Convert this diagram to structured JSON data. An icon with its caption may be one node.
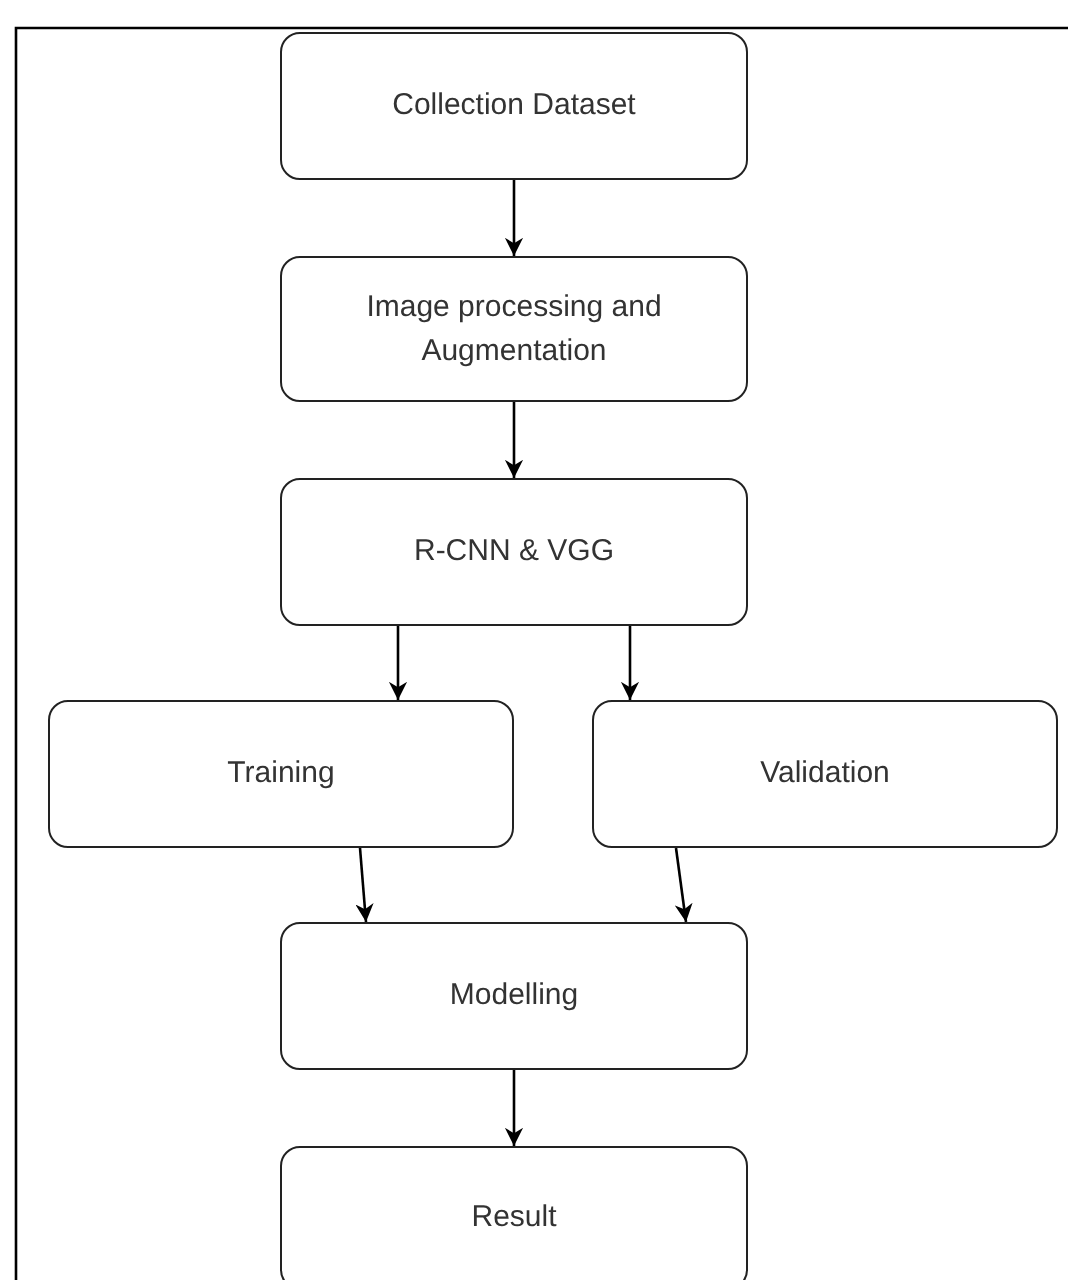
{
  "diagram": {
    "nodes": [
      {
        "text": [
          "Collection Dataset"
        ]
      },
      {
        "text": [
          "Image processing and Augmentation"
        ]
      },
      {
        "text": [
          "R-CNN & VGG"
        ]
      },
      {
        "text": [
          "Training"
        ]
      },
      {
        "text": [
          "Validation"
        ]
      },
      {
        "text": [
          "Modelling"
        ]
      },
      {
        "text": [
          "Result"
        ]
      }
    ],
    "edges": [
      {
        "from": 0,
        "to": 1,
        "arrow": "to"
      },
      {
        "from": 1,
        "to": 2,
        "arrow": "to"
      },
      {
        "from": 2,
        "to": 3,
        "arrow": "to"
      },
      {
        "from": 2,
        "to": 4,
        "arrow": "to"
      },
      {
        "from": 3,
        "to": 5,
        "arrow": "to"
      },
      {
        "from": 4,
        "to": 5,
        "arrow": "to"
      },
      {
        "from": 5,
        "to": 6,
        "arrow": "to"
      }
    ]
  }
}
